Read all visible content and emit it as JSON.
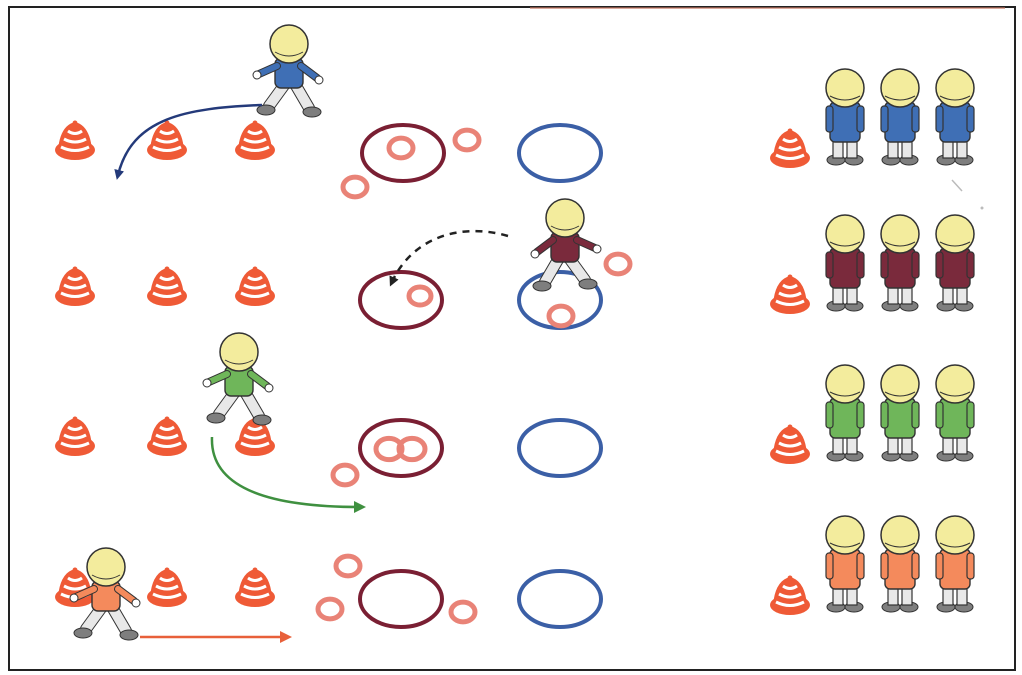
{
  "colors": {
    "cone": "#ef5a36",
    "cone_stripe": "#ffffff",
    "ring": "#e98377",
    "hoop_maroon": "#7a1f33",
    "hoop_blue": "#3b5fa6",
    "skin": "#f3ec9d",
    "outline": "#333333",
    "pants": "#e8e8e8",
    "shoe": "#7e7e7e",
    "arrow_navy": "#243a7a",
    "arrow_dark": "#222222",
    "arrow_green": "#3f9040",
    "arrow_orange": "#e8603a",
    "frame": "#222222",
    "accent_line": "#c77762"
  },
  "teams": [
    {
      "name": "blue",
      "shirt": "#3f6fb5"
    },
    {
      "name": "maroon",
      "shirt": "#7a2a3c"
    },
    {
      "name": "green",
      "shirt": "#6fb65a"
    },
    {
      "name": "orange",
      "shirt": "#f48a5c"
    }
  ],
  "lanes": [
    {
      "team": "blue",
      "cones": 3,
      "runner": "running-back-with-curved-arrow"
    },
    {
      "team": "maroon",
      "cones": 3,
      "runner": "tossing-ring-into-hoop"
    },
    {
      "team": "green",
      "cones": 3,
      "runner": "running-with-curved-arrow"
    },
    {
      "team": "orange",
      "cones": 3,
      "runner": "starting-run-with-straight-arrow"
    }
  ],
  "waiting_players_per_team": 3,
  "icons": [
    "cone-icon",
    "ring-icon",
    "hoop-icon",
    "player-icon",
    "arrow-icon"
  ]
}
